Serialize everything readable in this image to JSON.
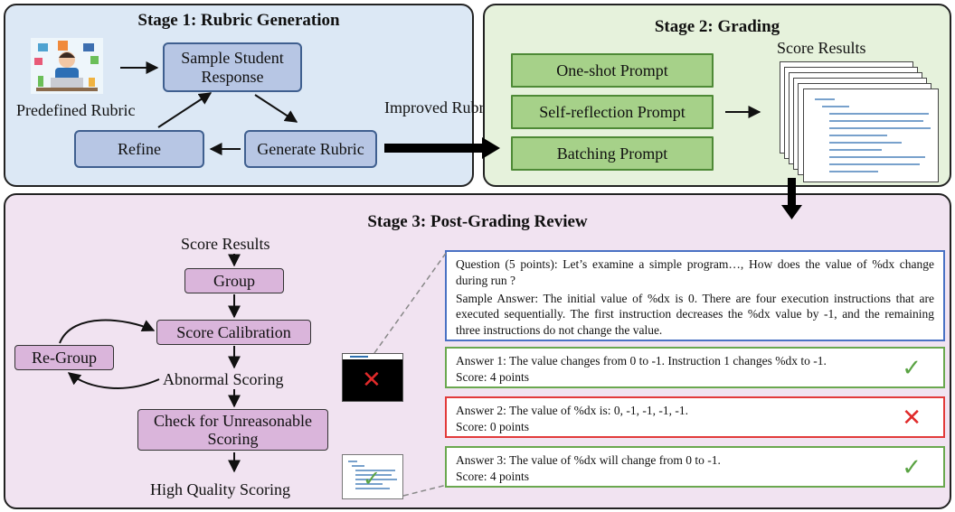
{
  "stage1": {
    "title": "Stage 1: Rubric Generation",
    "sample_response": "Sample Student Response",
    "predefined_rubric": "Predefined Rubric",
    "refine": "Refine",
    "generate_rubric": "Generate Rubric",
    "improved_rubric": "Improved Rubric"
  },
  "stage2": {
    "title": "Stage 2: Grading",
    "prompts": [
      "One-shot Prompt",
      "Self-reflection Prompt",
      "Batching Prompt"
    ],
    "score_results": "Score Results"
  },
  "stage3": {
    "title": "Stage 3: Post-Grading Review",
    "flow": {
      "score_results": "Score Results",
      "group": "Group",
      "score_calibration": "Score Calibration",
      "regroup": "Re-Group",
      "abnormal_scoring": "Abnormal Scoring",
      "check": "Check for Unreasonable Scoring",
      "high_quality": "High Quality Scoring"
    },
    "question": {
      "text": "Question (5 points): Let’s examine a simple program…, How does the value of %dx change during run ?",
      "sample_answer": "Sample Answer: The initial value of %dx is 0. There are four execution instructions that are executed sequentially. The first instruction decreases the %dx value by -1, and the remaining three instructions do not change the value."
    },
    "answers": [
      {
        "text": "Answer 1: The value changes from 0 to -1. Instruction 1 changes %dx to -1.",
        "score": "Score: 4 points",
        "mark": "✓"
      },
      {
        "text": "Answer 2: The value of %dx is: 0, -1, -1, -1, -1.",
        "score": "Score: 0 points",
        "mark": "✕"
      },
      {
        "text": "Answer 3: The value of %dx will change from 0 to -1.",
        "score": "Score: 4 points",
        "mark": "✓"
      }
    ]
  },
  "colors": {
    "stage1_bg": "#dce8f5",
    "stage2_bg": "#e6f2dc",
    "stage3_bg": "#f1e3f1",
    "blue_box": "#b7c6e4",
    "green_box": "#a6d189",
    "pink_box": "#dab5db",
    "check_green": "#5aa343",
    "cross_red": "#e02a2a"
  }
}
